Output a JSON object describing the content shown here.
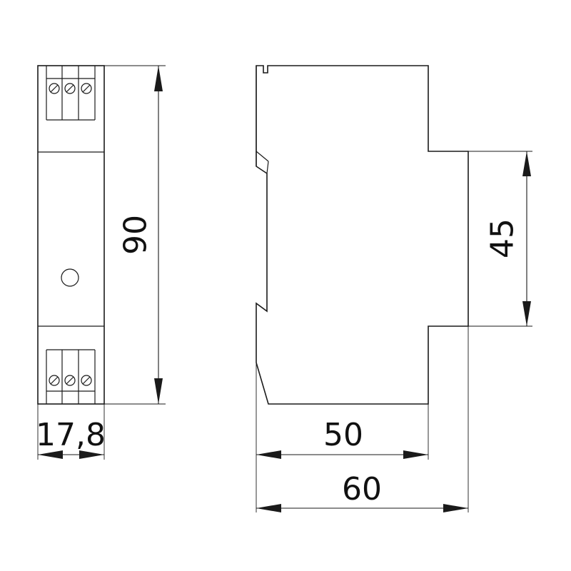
{
  "dimensions": {
    "height": "90",
    "width_front": "17,8",
    "depth_body": "50",
    "depth_total": "60",
    "front_height": "45"
  }
}
